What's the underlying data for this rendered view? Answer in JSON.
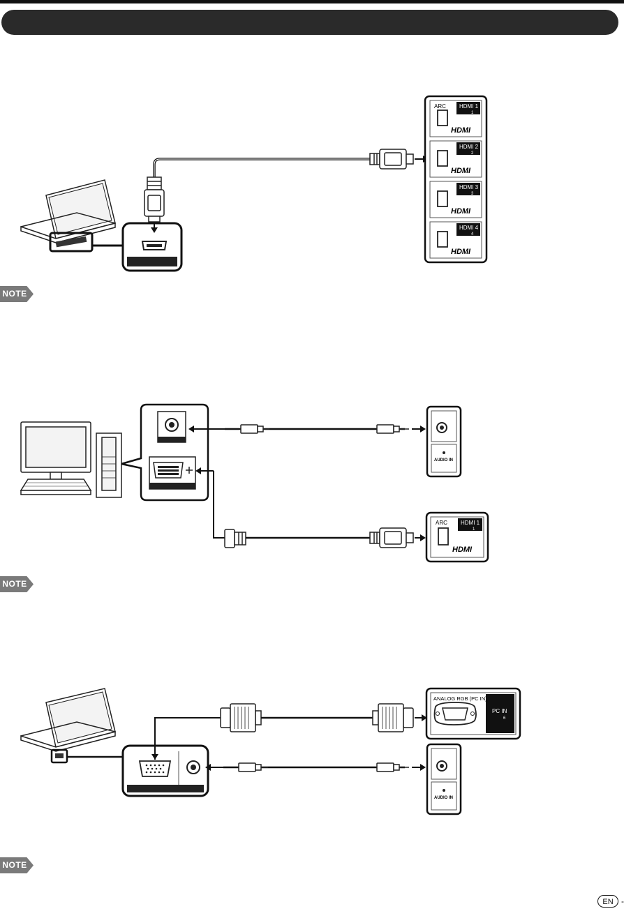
{
  "section": {
    "title": ""
  },
  "notes": {
    "label": "NOTE"
  },
  "hdmi_panel": {
    "arc_label": "ARC",
    "ports": [
      {
        "label": "HDMI 1",
        "num": "1",
        "logo": "HDMI"
      },
      {
        "label": "HDMI 2",
        "num": "2",
        "logo": "HDMI"
      },
      {
        "label": "HDMI 3",
        "num": "3",
        "logo": "HDMI"
      },
      {
        "label": "HDMI 4",
        "num": "4",
        "logo": "HDMI"
      }
    ]
  },
  "diagram2": {
    "audio_in_label": "AUDIO IN",
    "hdmi1_label": "HDMI 1",
    "hdmi1_num": "1",
    "arc_label": "ARC",
    "logo": "HDMI"
  },
  "diagram3": {
    "analog_rgb_label": "ANALOG RGB (PC IN)",
    "pc_in_label": "PC IN",
    "pc_in_num": "6",
    "audio_in_label": "AUDIO IN"
  },
  "footer": {
    "lang": "EN",
    "dash": "-"
  },
  "icons": [
    "laptop-icon",
    "desktop-pc-icon",
    "hdmi-plug-icon",
    "dvi-plug-icon",
    "vga-plug-icon",
    "audio-plug-icon"
  ]
}
